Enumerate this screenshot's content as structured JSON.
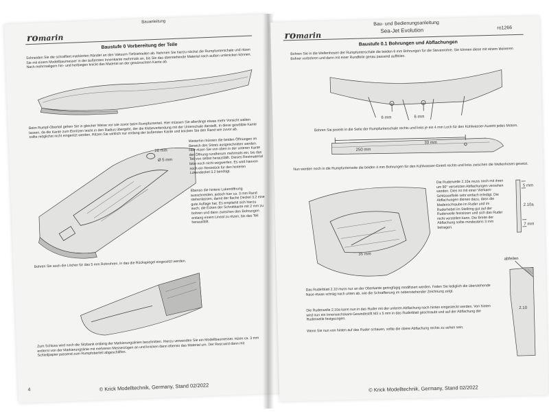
{
  "left_page": {
    "logo_ro": "ro",
    "logo_marin": "marin",
    "header_cut": "Bauanleitung",
    "section_title": "Baustufe 0 Vorbereitung der Teile",
    "para1": "Schneiden Sie die schraffiert markierten Ränder an den Vakuum-Tiefziehteilen ab. Nehmen Sie hierzu nächst die Rumpfunterschale und ritzen Sie mit einem Modellbaumesser in der äußersten Innenkante mehrmals an, bis Sie das überstehende Material nach außen umknicken können. Nach mehrmaligem hin- und herbiegen knickt das Material an der gewünschten Kante ab.",
    "para2": "Beim Rumpf-Oberteil gehen Sie in gleicher Weise vor wie zuvor beim Rumpfunterteil. Hier müssen Sie allerdings etwas mehr Vorsicht walten lassen, da die Kante zum Einritzen leicht in den Radius übergeht, der die Klebeverbindung mit der Unterschale darstellt. In diese gewölbte Kante sollte möglichst nicht eingeritzt werden. Ritzen Sie wirklich nur entlang der äußersten Kante und knicken Sie den Rand wie zuvor ab.",
    "para3": "Weiterhin müssen die beiden Öffnungen im Bereich des Sitzes ausgeschnitten werden. Hier ritzen Sie von oben in der unteren Kante der Öffnung rundherum mehrmals ein, bis das Teil von selbst herausfällt. Dieses Restmaterial bitte noch nicht wegwerfen. Es wird hiervon noch ein Reststück für den hinteren Lukendeckel 3.2 benötigt.",
    "para4": "Ebenso die hintere Lukenöffnung ausschneiden, jedoch hier ca. 3 mm Rand stehenlassen, damit der flache Deckel 3.2 eine gute Auflage hat. Es empfiehlt sich hierzu auch, die Ecken der Schnittkante mit 2 mm zu bohren und dann zwischen den Bohrungen entlang einem Lineal zu ritzen, bis das Teil herausfällt.",
    "para5": "Bohren Sie auch die Löcher für das 5 mm Rohrohren, in das die Rückspiegel eingesetzt werden.",
    "para6": "Zum Schluss wird noch die Sitzbank entlang der Markierungslinien beschnitten. Hierzu verwenden Sie ein Modellbaumesser, ritzen ca. 3 mm entfernt von der Markierungslinie mit mehreren Messerzügen an und knicken dann ebenso das Material um. Der Rest wird dann mit Schleifpapier passend zum Rumpfoberteil abgeschliffen.",
    "dim_28": "28 mm",
    "dim_5": "Ø 5 mm",
    "page_number": "4",
    "footer": "© Krick Modelltechnik, Germany, Stand 02/2022"
  },
  "right_page": {
    "logo_ro": "ro",
    "logo_marin": "marin",
    "header_line1": "Bau- und Bedienungsanleitung",
    "header_line2": "Sea-Jet Evolution",
    "article_no": "ro1266",
    "section_title": "Baustufe 0.1 Bohrungen und Abflachungen",
    "para1": "Bohren Sie in die Wellenhosen der Rumpfunterschale die beiden 6 mm Bohrungen für die Stevenrohre. Sie können diese mit einem kleineren Bohrer vorbohren und dann mit einer Rundfeile genau passend auffeilen.",
    "dim_6a": "6 mm",
    "dim_6b": "6 mm",
    "para2": "Bohren Sie jeweils in die Seite der Rumpfunterschale rechts und links je ein 4 mm Loch für den Kühlwasser-Austritt jedes Motors.",
    "dim_250": "250 mm",
    "dim_33": "33 mm",
    "para3": "Nun werden noch in die Rumpfunterseite die beiden 4 mm Bohrungen für den Kühlwasser-Eintritt rechts und links zwischen die Wellenhosen gesetzt.",
    "dim_35": "35 mm",
    "para4": "Die Ruderwelle 2.10a muss noch mit ihren um 90° versetzten Abflachungen versehen werden. Dies ist mit einer Vierkant-Schlüsselfeile sehr einfach erledigt. Die Abflachungen dienen dazu, dass die Madenschraube im Ruder und im Ruderhebel im Stellring gut auf der Ruderwelle festsitzen und sich das Ruder nicht verstellen kann. Die Breite der Abflachung sollte mindestens 3 mm betragen.",
    "dim_5mm": "5 mm",
    "label_210a": "2.10a",
    "dim_7mm": "7 mm",
    "label_abfeilen": "abfeilen",
    "label_210": "2.10",
    "para5": "Das Ruderblatt 2.10 muss nur an der Oberkante geringfügig modifiziert werden. Feilen Sie lediglich die überstehende Nase etwas schräg nach unten ab, wie die Schraffierung im nebenstehender Zeichnung zeigt.",
    "para6": "Die Ruderwelle 2.10a kann nun in das Ruder mit der unteren Abflachung nach hinten eingesteckt werden. Von hinten wird nun ein Innensechskant-Gewindestift M3 x 5 mm in das Ruderblatt geschraubt und auf der Abflachung der Ruderwelle festgezogen.",
    "para7": "Wenn Sie nun von hinten auf das Ruder schauen, sollte die obere Abflachung rechts zu sehen sein.",
    "footer": "© Krick Modelltechnik, Germany, Stand 02/2022"
  }
}
